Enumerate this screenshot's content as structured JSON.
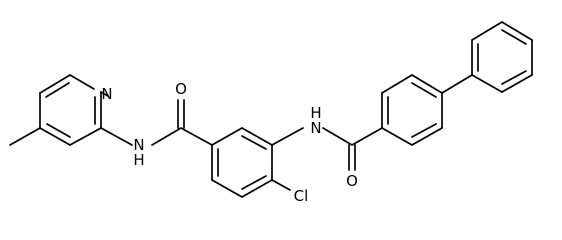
{
  "molecule": {
    "atoms": {
      "pyridine_n": "N",
      "amide1_nh": "N",
      "amide1_h": "H",
      "amide1_o": "O",
      "amide2_nh": "N",
      "amide2_h": "H",
      "amide2_o": "O",
      "chloro": "Cl"
    }
  },
  "colors": {
    "bond": "#000000",
    "text": "#000000",
    "background": "#ffffff"
  }
}
